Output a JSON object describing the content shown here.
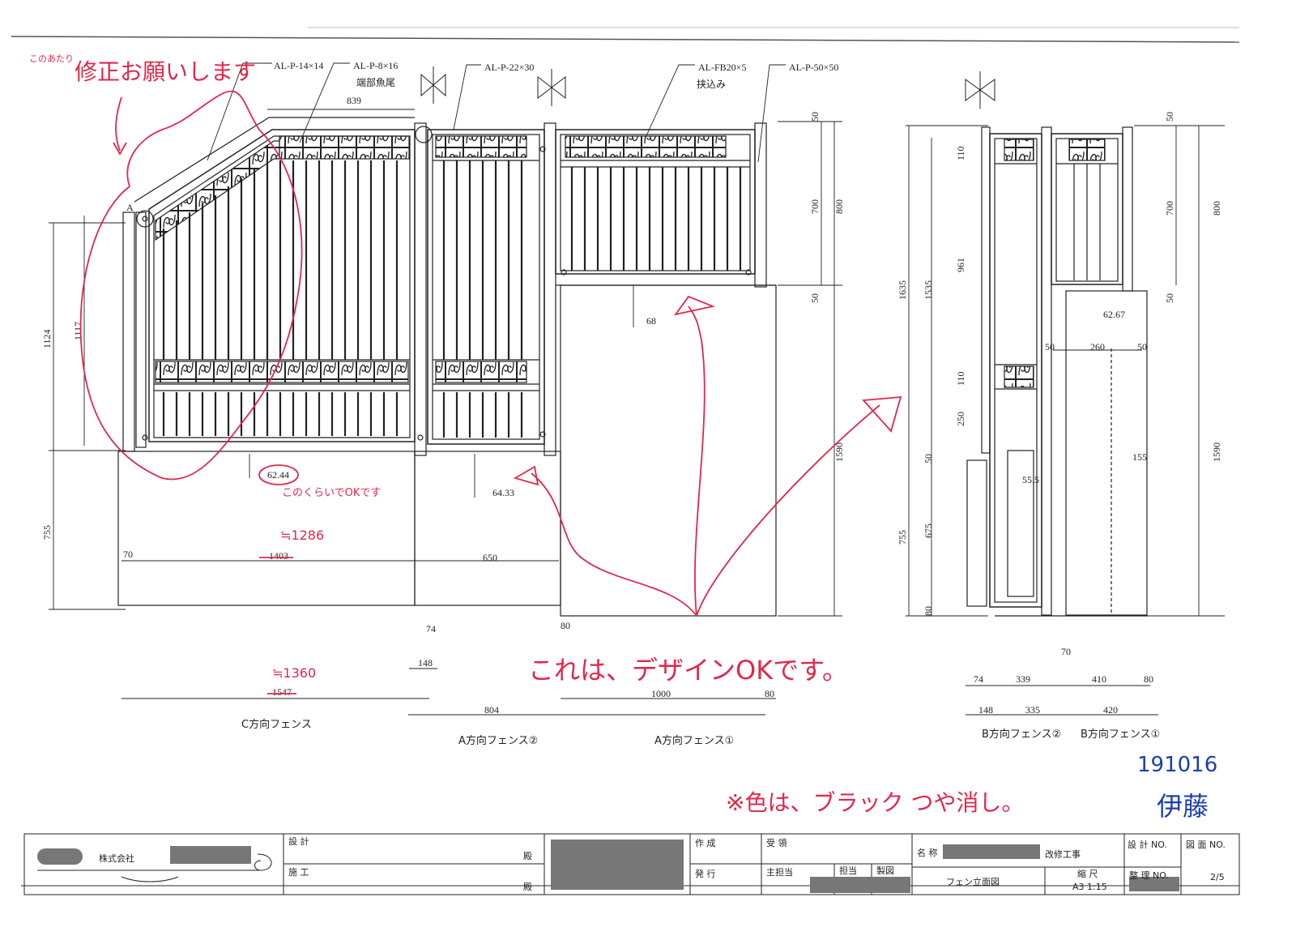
{
  "materials": {
    "m1": "AL-P-14×14",
    "m2": "AL-P-8×16",
    "m2_note": "端部魚尾",
    "m3": "AL-P-22×30",
    "m4": "AL-FB20×5",
    "m4_note": "挟込み",
    "m5": "AL-P-50×50",
    "section_mark": "A"
  },
  "dimensions": {
    "top_839": "839",
    "d1124": "1124",
    "d1117": "1117",
    "d755": "755",
    "d70": "70",
    "d1403": "1403",
    "d650": "650",
    "d62_44": "62.44",
    "d64_33": "64.33",
    "d74": "74",
    "d148": "148",
    "d1547": "1547",
    "d80a": "80",
    "d804": "804",
    "d1000": "1000",
    "d80b": "80",
    "d68": "68",
    "r50a": "50",
    "r700": "700",
    "r800": "800",
    "r50b": "50",
    "r1590": "1590",
    "b1635": "1635",
    "b1535": "1535",
    "b110a": "110",
    "b961": "961",
    "b110b": "110",
    "b250": "250",
    "b50": "50",
    "b755": "755",
    "b675": "675",
    "b80": "80",
    "b55_5": "55.5",
    "b62_67": "62.67",
    "b50l": "50",
    "b260": "260",
    "b50r": "50",
    "b155": "155",
    "b_r50a": "50",
    "b_r700": "700",
    "b_r800": "800",
    "b_r50b": "50",
    "b_r1590": "1590",
    "b70": "70",
    "b74": "74",
    "b339": "339",
    "b410": "410",
    "b80b": "80",
    "b148": "148",
    "b335": "335",
    "b420": "420"
  },
  "captions": {
    "c_fence": "C方向フェンス",
    "a_fence2": "A方向フェンス②",
    "a_fence1": "A方向フェンス①",
    "b_fence2": "B方向フェンス②",
    "b_fence1": "B方向フェンス①"
  },
  "annotations": {
    "top_small": "このあたり",
    "top_main": "修正お願いします",
    "ok_size": "このくらいでOKです",
    "approx_1286": "≒1286",
    "approx_1360": "≒1360",
    "design_ok": "これは、デザインOKです。",
    "color_note": "※色は、ブラック つや消し。",
    "date": "191016",
    "signature": "伊藤"
  },
  "title_block": {
    "company": "株式会社",
    "design_label": "設 計",
    "construct_label": "施 工",
    "dono1": "殿",
    "dono2": "殿",
    "create_label": "作 成",
    "issue_label": "発 行",
    "receive_label": "受 領",
    "chief_label": "主担当",
    "person_label": "担当",
    "drafter_label": "製図",
    "name_label": "名 称",
    "project_suffix": "改修工事",
    "drawing_name": "フェン立面図",
    "scale_label": "縮 尺",
    "scale_value": "A3 1:15",
    "design_no_label": "設 計 NO.",
    "drawing_no_label": "図 面 NO.",
    "sheet": "2/5",
    "manage_no_label": "整 理 NO."
  },
  "colors": {
    "ink": "#222222",
    "redline": "#e0284c",
    "blue": "#1c3fb0",
    "redaction": "#777777"
  }
}
